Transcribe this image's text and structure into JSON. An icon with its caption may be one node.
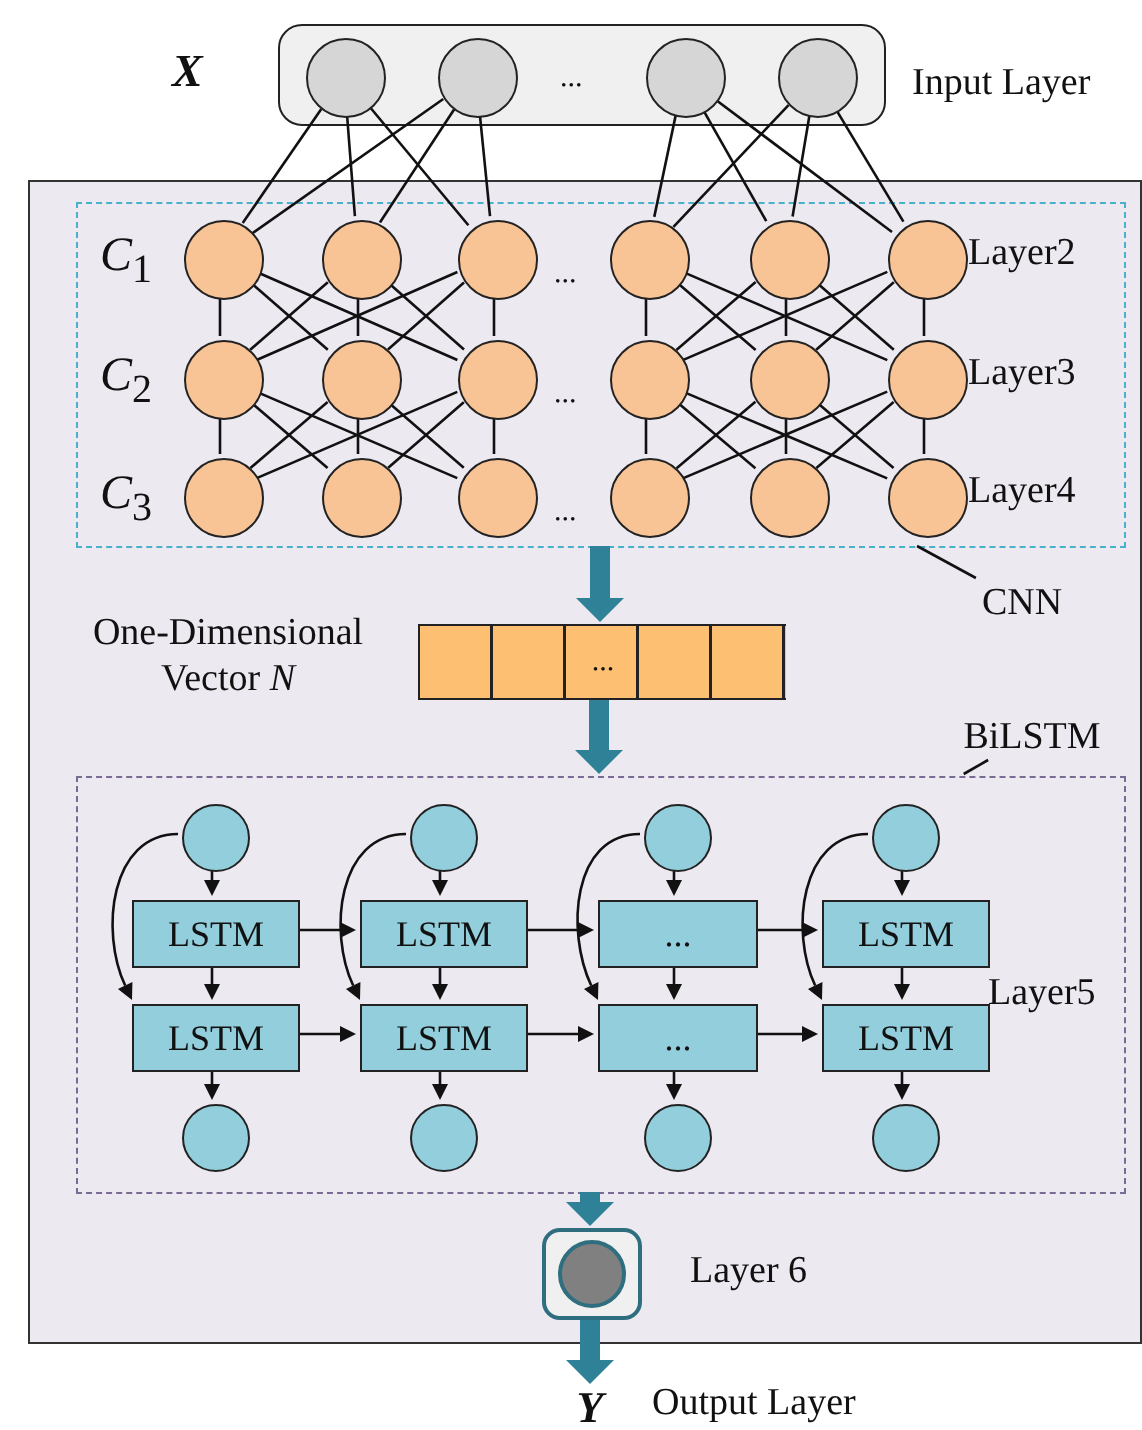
{
  "diagram": {
    "nodes": [
      {
        "text": [],
        "shape": "box",
        "beside": [
          "X",
          "Input Layer"
        ]
      },
      {
        "text": [],
        "shape": "circle",
        "in": 0
      },
      {
        "text": [],
        "shape": "circle",
        "in": 0
      },
      {
        "text": [],
        "shape": "circle",
        "in": 0
      },
      {
        "text": [],
        "shape": "circle",
        "in": 0
      },
      {
        "text": [],
        "shape": "box"
      },
      {
        "text": [],
        "shape": "box",
        "in": 5
      },
      {
        "text": [],
        "shape": "circle",
        "in": 6
      },
      {
        "text": [],
        "shape": "circle",
        "in": 6
      },
      {
        "text": [],
        "shape": "circle",
        "in": 6
      },
      {
        "text": [],
        "shape": "circle",
        "in": 6
      },
      {
        "text": [],
        "shape": "circle",
        "in": 6
      },
      {
        "text": [],
        "shape": "circle",
        "in": 6
      },
      {
        "text": [],
        "shape": "circle",
        "in": 6
      },
      {
        "text": [],
        "shape": "circle",
        "in": 6
      },
      {
        "text": [],
        "shape": "circle",
        "in": 6
      },
      {
        "text": [],
        "shape": "circle",
        "in": 6
      },
      {
        "text": [],
        "shape": "circle",
        "in": 6
      },
      {
        "text": [],
        "shape": "circle",
        "in": 6
      },
      {
        "text": [],
        "shape": "circle",
        "in": 6
      },
      {
        "text": [],
        "shape": "circle",
        "in": 6
      },
      {
        "text": [],
        "shape": "circle",
        "in": 6
      },
      {
        "text": [],
        "shape": "circle",
        "in": 6
      },
      {
        "text": [],
        "shape": "circle",
        "in": 6
      },
      {
        "text": [],
        "shape": "circle",
        "in": 6
      },
      {
        "text": [
          "..."
        ],
        "in": 5,
        "beside": [
          "One-Dimensional Vector *N*"
        ]
      },
      {
        "text": [],
        "shape": "box",
        "in": 5
      },
      {
        "text": [],
        "shape": "circle",
        "in": 26
      },
      {
        "text": [],
        "shape": "circle",
        "in": 26
      },
      {
        "text": [],
        "shape": "circle",
        "in": 26
      },
      {
        "text": [],
        "shape": "circle",
        "in": 26
      },
      {
        "text": [
          "LSTM"
        ],
        "in": 26
      },
      {
        "text": [
          "LSTM"
        ],
        "in": 26
      },
      {
        "text": [
          "..."
        ],
        "in": 26
      },
      {
        "text": [
          "LSTM"
        ],
        "in": 26
      },
      {
        "text": [
          "LSTM"
        ],
        "in": 26
      },
      {
        "text": [
          "LSTM"
        ],
        "in": 26
      },
      {
        "text": [
          "..."
        ],
        "in": 26
      },
      {
        "text": [
          "LSTM"
        ],
        "in": 26
      },
      {
        "text": [],
        "shape": "circle",
        "in": 26
      },
      {
        "text": [],
        "shape": "circle",
        "in": 26
      },
      {
        "text": [],
        "shape": "circle",
        "in": 26
      },
      {
        "text": [],
        "shape": "circle",
        "in": 26
      },
      {
        "text": [],
        "shape": "box",
        "in": 5,
        "beside": [
          "Layer 6"
        ]
      },
      {
        "text": [
          "CNN"
        ],
        "in": 5
      },
      {
        "text": [
          "BiLSTM"
        ],
        "in": 5
      },
      {
        "text": [
          "Y"
        ],
        "beside": [
          "Output Layer"
        ]
      }
    ],
    "edges": [
      {
        "from": 1,
        "to": 7,
        "arrow": "none"
      },
      {
        "from": 1,
        "to": 8,
        "arrow": "none"
      },
      {
        "from": 1,
        "to": 9,
        "arrow": "none"
      },
      {
        "from": 2,
        "to": 7,
        "arrow": "none"
      },
      {
        "from": 2,
        "to": 8,
        "arrow": "none"
      },
      {
        "from": 2,
        "to": 9,
        "arrow": "none"
      },
      {
        "from": 3,
        "to": 10,
        "arrow": "none"
      },
      {
        "from": 3,
        "to": 11,
        "arrow": "none"
      },
      {
        "from": 3,
        "to": 12,
        "arrow": "none"
      },
      {
        "from": 4,
        "to": 10,
        "arrow": "none"
      },
      {
        "from": 4,
        "to": 11,
        "arrow": "none"
      },
      {
        "from": 4,
        "to": 12,
        "arrow": "none"
      },
      {
        "from": 7,
        "to": 13,
        "arrow": "none"
      },
      {
        "from": 7,
        "to": 14,
        "arrow": "none"
      },
      {
        "from": 7,
        "to": 15,
        "arrow": "none"
      },
      {
        "from": 8,
        "to": 13,
        "arrow": "none"
      },
      {
        "from": 8,
        "to": 14,
        "arrow": "none"
      },
      {
        "from": 8,
        "to": 15,
        "arrow": "none"
      },
      {
        "from": 9,
        "to": 13,
        "arrow": "none"
      },
      {
        "from": 9,
        "to": 14,
        "arrow": "none"
      },
      {
        "from": 9,
        "to": 15,
        "arrow": "none"
      },
      {
        "from": 10,
        "to": 16,
        "arrow": "none"
      },
      {
        "from": 10,
        "to": 17,
        "arrow": "none"
      },
      {
        "from": 10,
        "to": 18,
        "arrow": "none"
      },
      {
        "from": 11,
        "to": 16,
        "arrow": "none"
      },
      {
        "from": 11,
        "to": 17,
        "arrow": "none"
      },
      {
        "from": 11,
        "to": 18,
        "arrow": "none"
      },
      {
        "from": 12,
        "to": 16,
        "arrow": "none"
      },
      {
        "from": 12,
        "to": 17,
        "arrow": "none"
      },
      {
        "from": 12,
        "to": 18,
        "arrow": "none"
      },
      {
        "from": 13,
        "to": 19,
        "arrow": "none"
      },
      {
        "from": 13,
        "to": 20,
        "arrow": "none"
      },
      {
        "from": 13,
        "to": 21,
        "arrow": "none"
      },
      {
        "from": 14,
        "to": 19,
        "arrow": "none"
      },
      {
        "from": 14,
        "to": 20,
        "arrow": "none"
      },
      {
        "from": 14,
        "to": 21,
        "arrow": "none"
      },
      {
        "from": 15,
        "to": 19,
        "arrow": "none"
      },
      {
        "from": 15,
        "to": 20,
        "arrow": "none"
      },
      {
        "from": 15,
        "to": 21,
        "arrow": "none"
      },
      {
        "from": 16,
        "to": 22,
        "arrow": "none"
      },
      {
        "from": 16,
        "to": 23,
        "arrow": "none"
      },
      {
        "from": 16,
        "to": 24,
        "arrow": "none"
      },
      {
        "from": 17,
        "to": 22,
        "arrow": "none"
      },
      {
        "from": 17,
        "to": 23,
        "arrow": "none"
      },
      {
        "from": 17,
        "to": 24,
        "arrow": "none"
      },
      {
        "from": 18,
        "to": 22,
        "arrow": "none"
      },
      {
        "from": 18,
        "to": 23,
        "arrow": "none"
      },
      {
        "from": 18,
        "to": 24,
        "arrow": "none"
      },
      {
        "from": 44,
        "to": 6,
        "arrow": "none"
      },
      {
        "from": 6,
        "to": 25,
        "arrow": "to",
        "style": "thick",
        "color": "#2e8196"
      },
      {
        "from": 45,
        "to": 26,
        "arrow": "none"
      },
      {
        "from": 25,
        "to": 26,
        "arrow": "to",
        "style": "thick",
        "color": "#2e8196"
      },
      {
        "from": 27,
        "to": 31,
        "arrow": "to"
      },
      {
        "from": 27,
        "to": 35,
        "arrow": "to"
      },
      {
        "from": 28,
        "to": 32,
        "arrow": "to"
      },
      {
        "from": 28,
        "to": 36,
        "arrow": "to"
      },
      {
        "from": 29,
        "to": 33,
        "arrow": "to"
      },
      {
        "from": 29,
        "to": 37,
        "arrow": "to"
      },
      {
        "from": 30,
        "to": 34,
        "arrow": "to"
      },
      {
        "from": 30,
        "to": 38,
        "arrow": "to"
      },
      {
        "from": 31,
        "to": 32,
        "arrow": "to"
      },
      {
        "from": 32,
        "to": 33,
        "arrow": "to"
      },
      {
        "from": 33,
        "to": 34,
        "arrow": "to"
      },
      {
        "from": 31,
        "to": 35,
        "arrow": "to"
      },
      {
        "from": 32,
        "to": 36,
        "arrow": "to"
      },
      {
        "from": 33,
        "to": 37,
        "arrow": "to"
      },
      {
        "from": 34,
        "to": 38,
        "arrow": "to"
      },
      {
        "from": 35,
        "to": 36,
        "arrow": "to"
      },
      {
        "from": 36,
        "to": 37,
        "arrow": "to"
      },
      {
        "from": 37,
        "to": 38,
        "arrow": "to"
      },
      {
        "from": 35,
        "to": 39,
        "arrow": "to"
      },
      {
        "from": 36,
        "to": 40,
        "arrow": "to"
      },
      {
        "from": 37,
        "to": 41,
        "arrow": "to"
      },
      {
        "from": 38,
        "to": 42,
        "arrow": "to"
      },
      {
        "from": 26,
        "to": 43,
        "arrow": "to",
        "style": "thick",
        "color": "#2e8196"
      },
      {
        "from": 43,
        "to": 46,
        "arrow": "to",
        "style": "thick",
        "color": "#2e8196"
      }
    ],
    "labels": [
      "...",
      "*C*$_{1}$",
      "...",
      "Layer2",
      "*C*$_{2}$",
      "...",
      "Layer3",
      "*C*$_{3}$",
      "...",
      "Layer4",
      "Layer5"
    ]
  }
}
